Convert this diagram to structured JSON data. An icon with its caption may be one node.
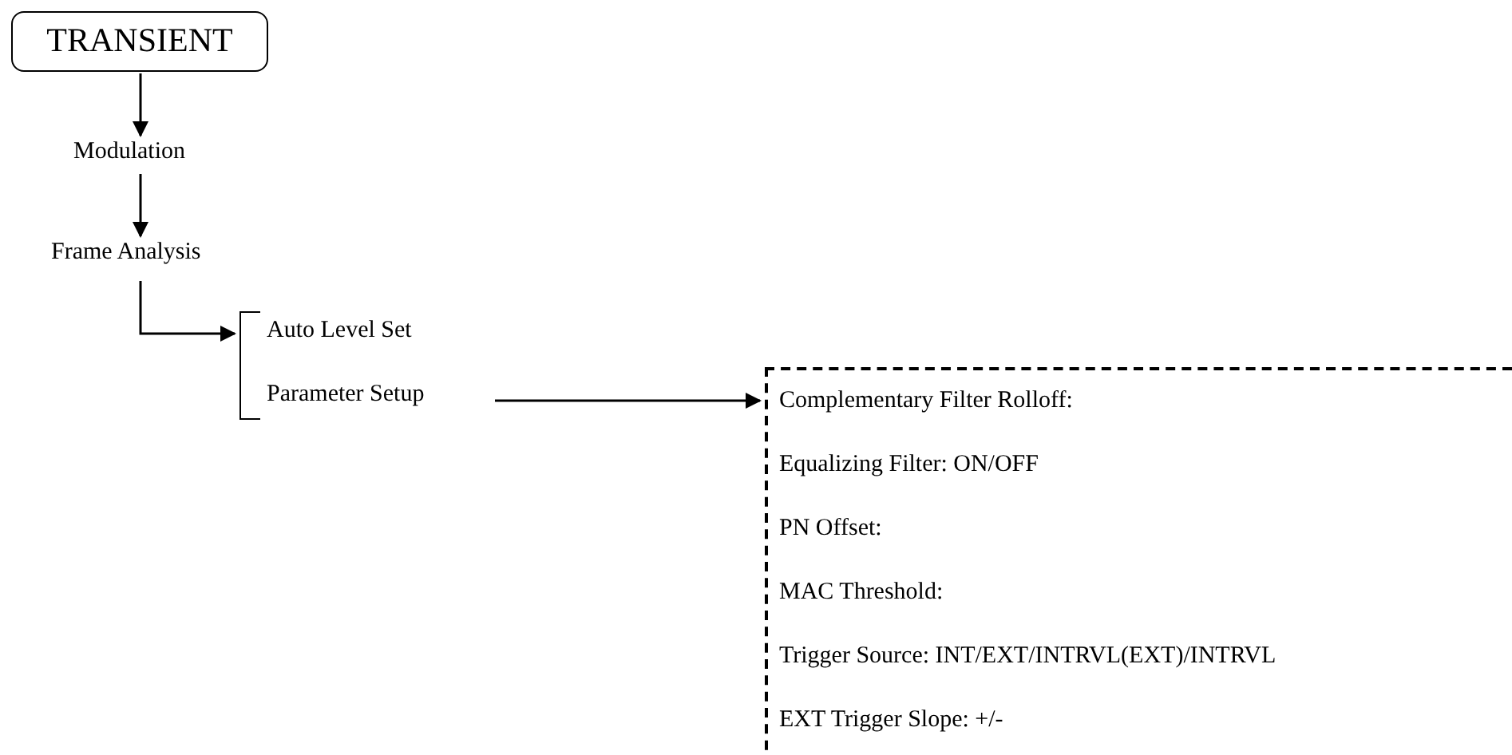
{
  "diagram": {
    "nodes": [
      {
        "text": [
          "TRANSIENT"
        ]
      },
      {
        "text": [
          "Modulation"
        ]
      },
      {
        "text": [
          "Frame Analysis"
        ]
      },
      {
        "text": [],
        "shape": "bracket"
      },
      {
        "text": [
          "Auto Level Set"
        ],
        "in": 3
      },
      {
        "text": [
          "Parameter Setup"
        ],
        "in": 3
      },
      {
        "text": [
          "Complementary Filter Rolloff:",
          "Equalizing Filter:  ON/OFF",
          "PN Offset:",
          "MAC Threshold:",
          "Trigger Source: INT/EXT/INTRVL(EXT)/INTRVL",
          "EXT Trigger Slope: +/-"
        ]
      }
    ],
    "edges": [
      {
        "from": 0,
        "to": 1,
        "arrow": "to"
      },
      {
        "from": 1,
        "to": 2,
        "arrow": "to"
      },
      {
        "from": 2,
        "to": 3,
        "arrow": "to"
      },
      {
        "from": 5,
        "to": 6,
        "arrow": "to"
      }
    ]
  }
}
